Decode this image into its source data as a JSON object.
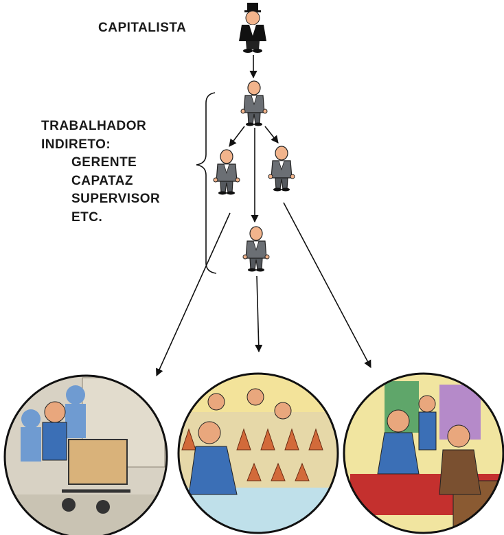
{
  "capitalist_label": "CAPITALISTA",
  "indirect_worker": {
    "title_line1": "TRABALHADOR",
    "title_line2": "INDIRETO:",
    "roles": [
      "GERENTE",
      "CAPATAZ",
      "SUPERVISOR",
      "ETC."
    ]
  },
  "scenes": [
    "warehouse-worker-scene",
    "factory-worker-scene",
    "shop-worker-scene"
  ]
}
